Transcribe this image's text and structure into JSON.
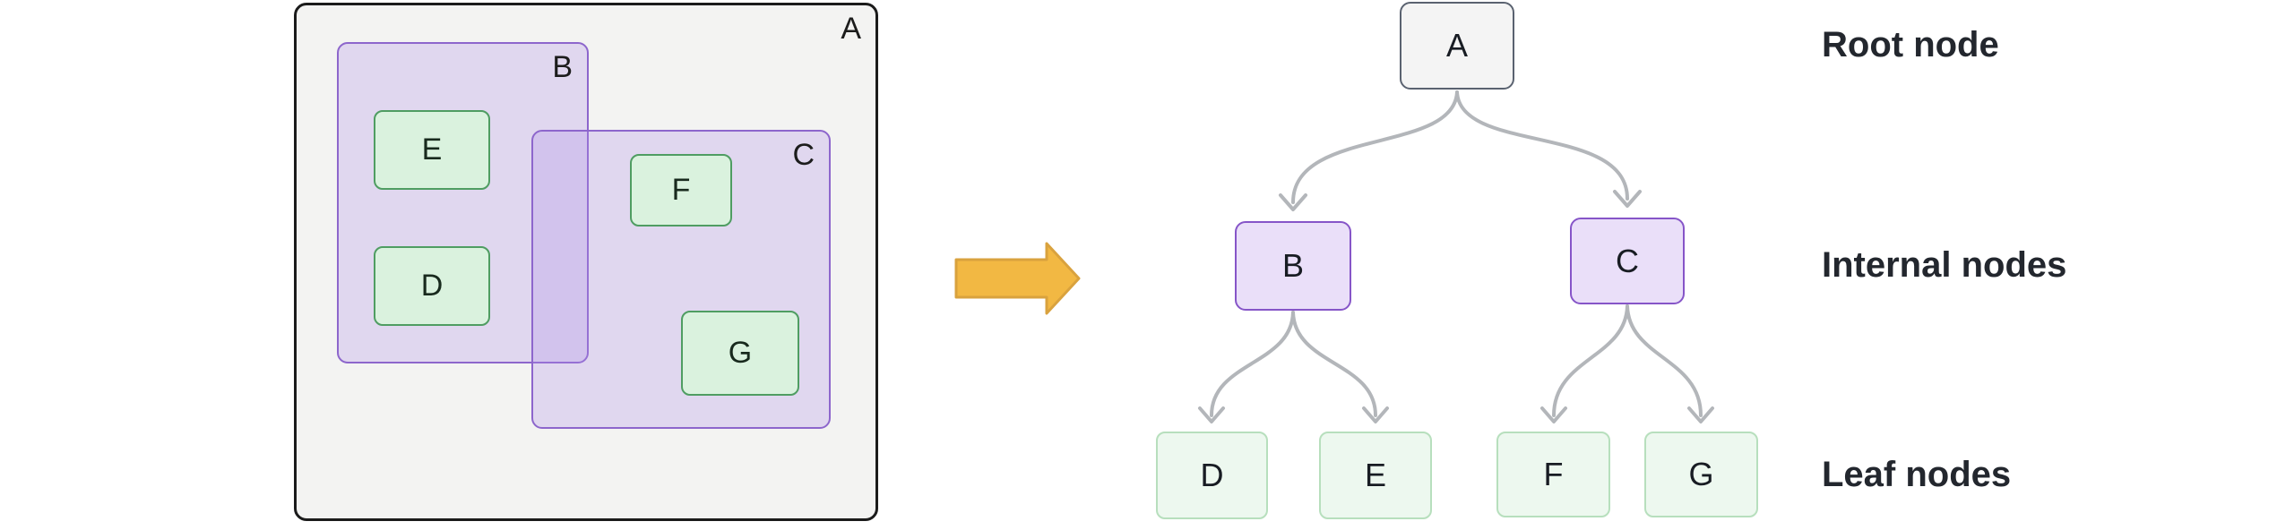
{
  "nested_diagram": {
    "container_a_label": "A",
    "container_b_label": "B",
    "container_c_label": "C",
    "box_e_label": "E",
    "box_d_label": "D",
    "box_f_label": "F",
    "box_g_label": "G"
  },
  "transform_arrow": {
    "icon": "right-block-arrow",
    "fill": "#f2b843",
    "stroke": "#d9a23e"
  },
  "tree": {
    "root_label": "A",
    "internal": [
      "B",
      "C"
    ],
    "leaves": [
      "D",
      "E",
      "F",
      "G"
    ],
    "edge_color": "#b3b6ba"
  },
  "annotations": {
    "root": "Root node",
    "internal": "Internal nodes",
    "leaf": "Leaf nodes"
  },
  "colors": {
    "outer_box_fill": "#f3f3f2",
    "outer_box_border": "#1b1b1b",
    "purple_container_fill": "rgba(175,142,232,0.28)",
    "purple_container_border": "#8d66cc",
    "green_box_fill": "#daf2de",
    "green_box_border": "#4f9d62",
    "root_node_fill": "#f4f4f4",
    "root_node_border": "#5a6270",
    "internal_node_fill": "#eadff9",
    "internal_node_border": "#8655c8",
    "leaf_node_fill": "#edf8ef",
    "leaf_node_border": "#b7dfbd",
    "annotation_text": "#23272e"
  }
}
